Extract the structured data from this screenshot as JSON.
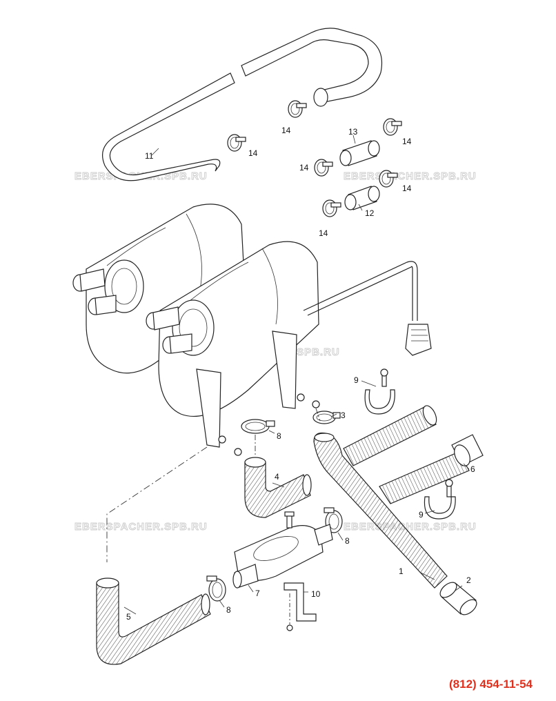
{
  "watermark": "EBERSPACHER.SPB.RU",
  "phone": "(812) 454-11-54",
  "part_labels": {
    "p1": "1",
    "p2": "2",
    "p3": "3",
    "p4": "4",
    "p5": "5",
    "p6": "6",
    "p7": "7",
    "p8a": "8",
    "p8b": "8",
    "p8c": "8",
    "p9a": "9",
    "p9b": "9",
    "p10": "10",
    "p11": "11",
    "p12": "12",
    "p13": "13",
    "p14a": "14",
    "p14b": "14",
    "p14c": "14",
    "p14d": "14",
    "p14e": "14",
    "p14f": "14"
  }
}
